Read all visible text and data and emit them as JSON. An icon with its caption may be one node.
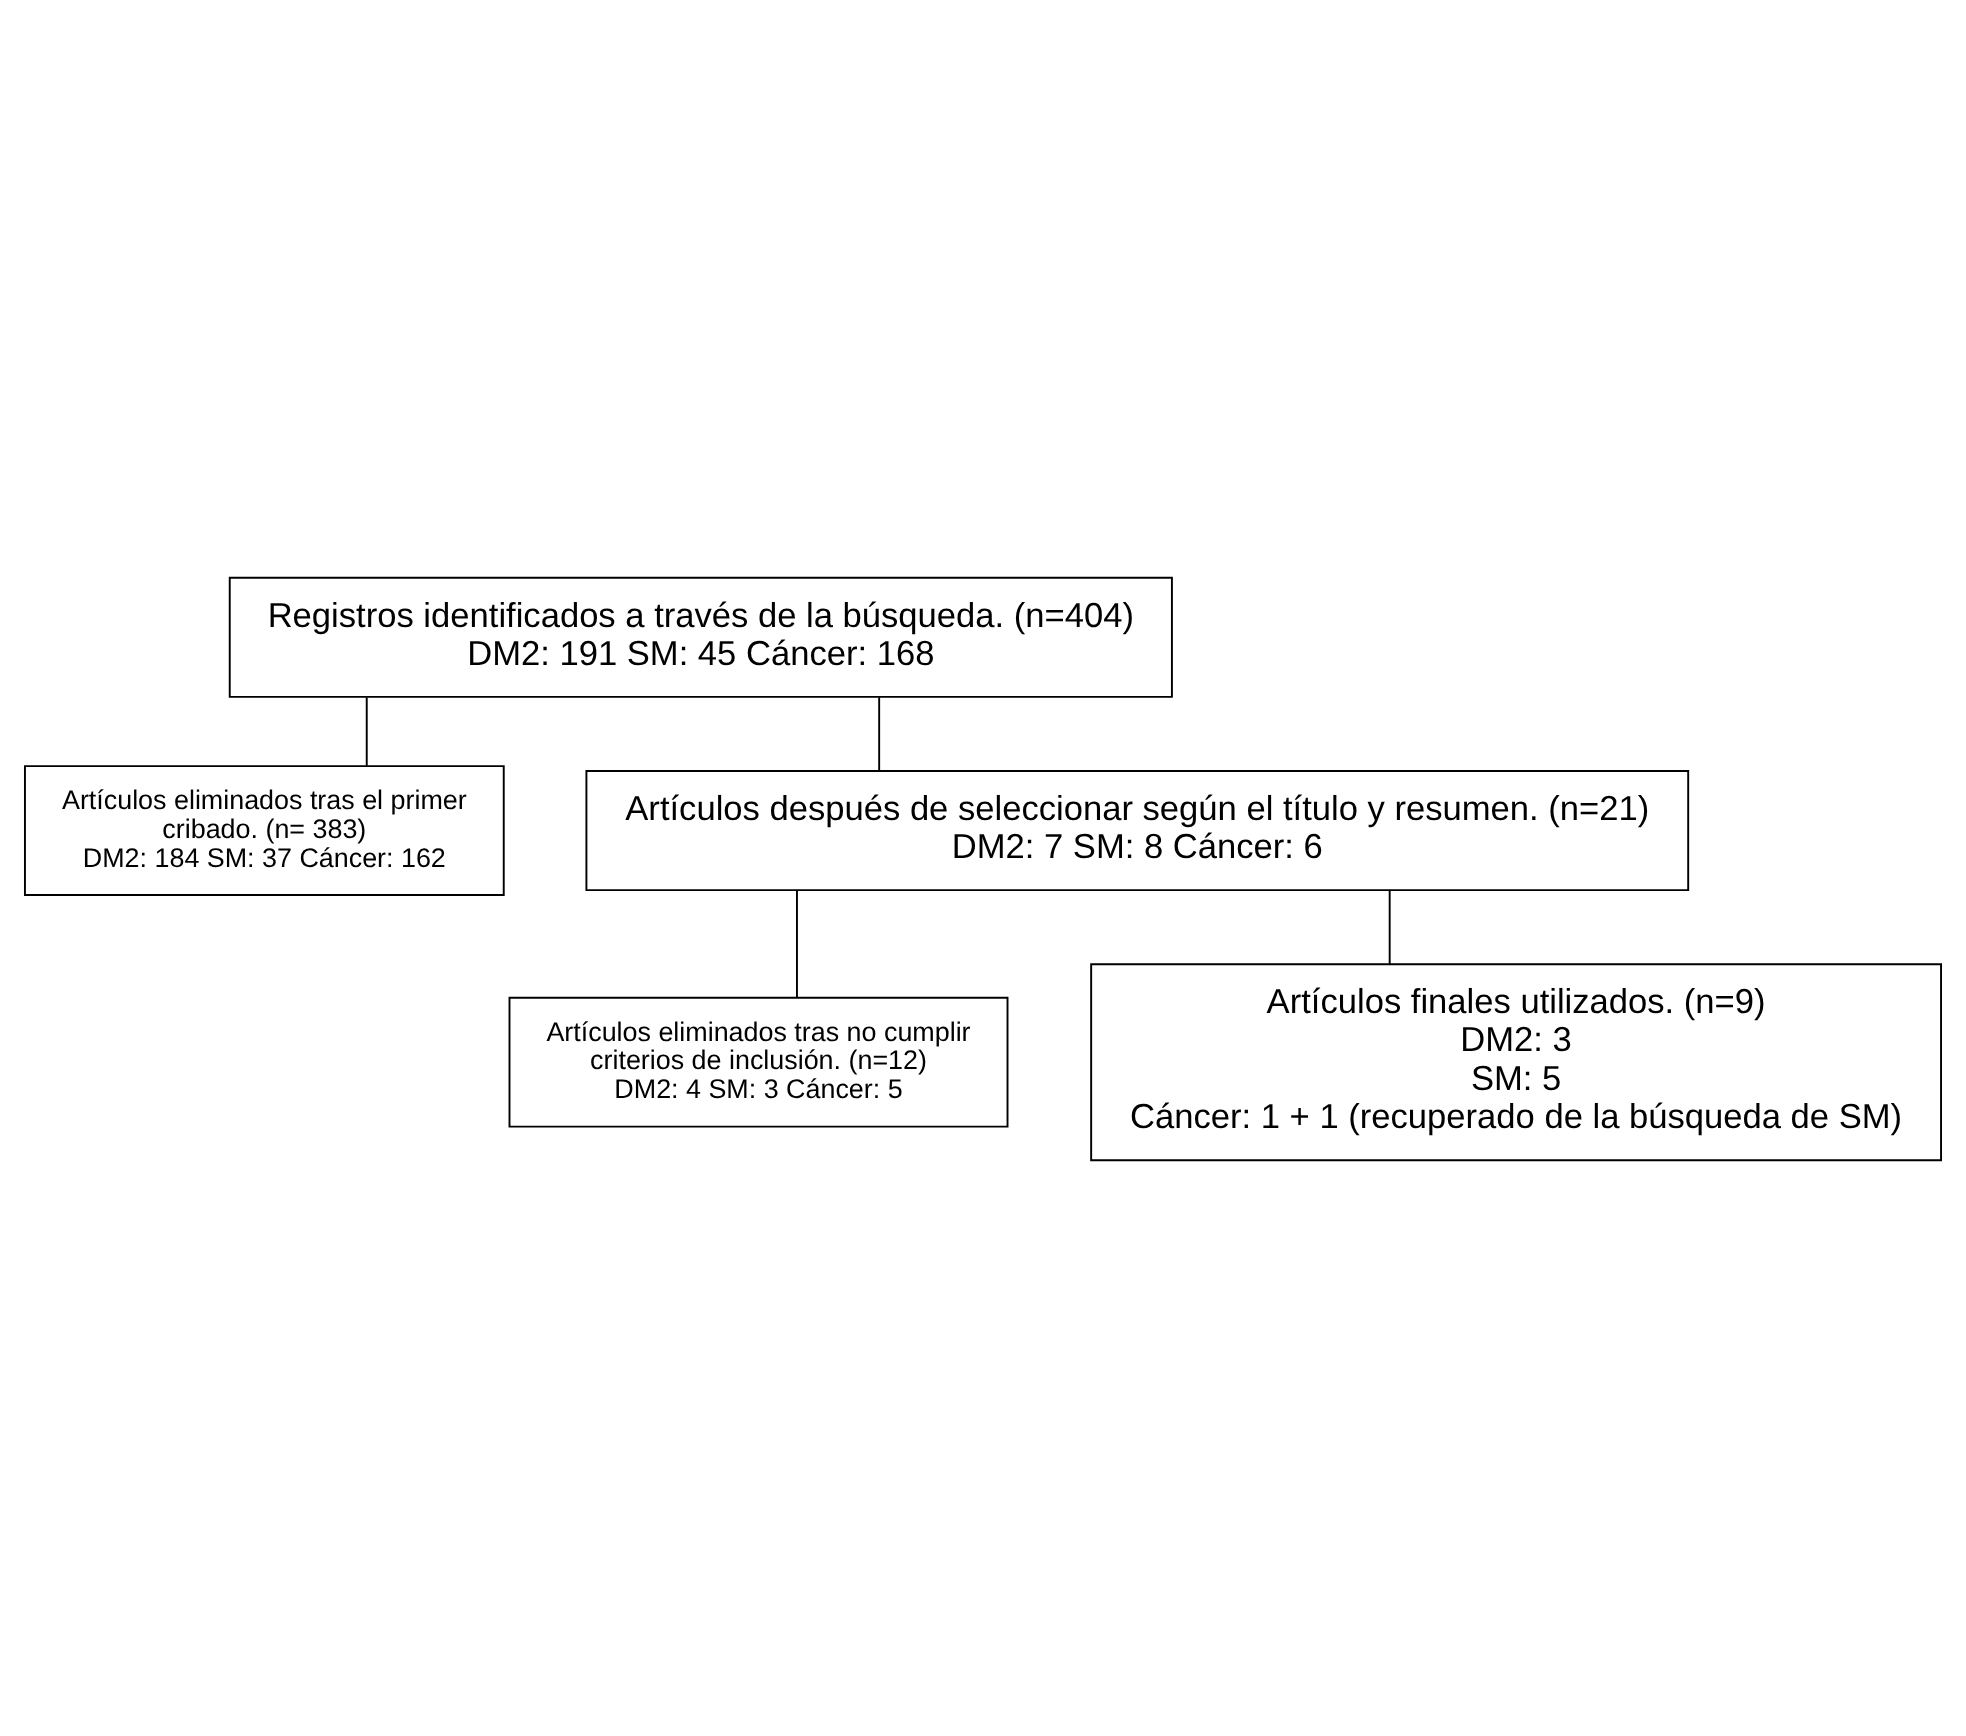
{
  "diagram": {
    "nodes": [
      {
        "text": [
          "Registros identificados a través de la búsqueda. (n=404)",
          "DM2: 191 SM: 45 Cáncer: 168"
        ]
      },
      {
        "text": [
          "Artículos eliminados tras el primer cribado. (n= 383)",
          "DM2: 184 SM: 37 Cáncer: 162"
        ]
      },
      {
        "text": [
          "Artículos después de seleccionar según el título y resumen. (n=21)",
          "DM2: 7 SM: 8 Cáncer: 6"
        ]
      },
      {
        "text": [
          "Artículos eliminados tras no cumplir criterios de inclusión. (n=12)",
          "DM2: 4 SM: 3 Cáncer: 5"
        ]
      },
      {
        "text": [
          "Artículos finales utilizados. (n=9)",
          "DM2: 3",
          "SM: 5",
          "Cáncer: 1 + 1 (recuperado de la búsqueda de SM)"
        ]
      }
    ],
    "edges": [
      {
        "from": 0,
        "to": 2,
        "arrow": "none"
      },
      {
        "from": 0,
        "to": 1,
        "arrow": "none"
      },
      {
        "from": 2,
        "to": 4,
        "arrow": "none"
      },
      {
        "from": 2,
        "to": 3,
        "arrow": "none"
      }
    ]
  }
}
